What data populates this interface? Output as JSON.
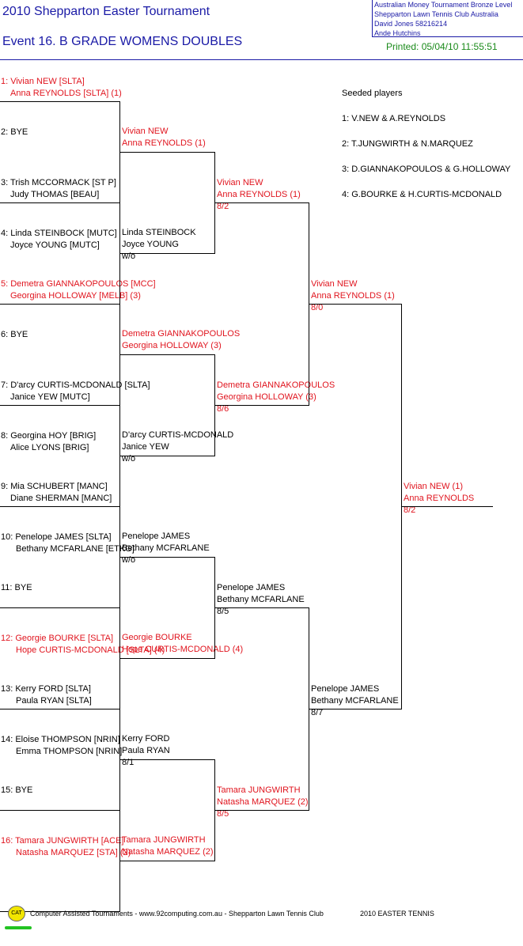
{
  "header": {
    "tournament_title": "2010 Shepparton Easter Tournament",
    "event_title": "Event 16. B GRADE WOMENS DOUBLES",
    "info_lines": [
      "Australian Money Tournament Bronze Level",
      "Shepparton Lawn Tennis Club   Australia",
      "David Jones    58216214",
      "Ande Hutchins"
    ],
    "printed": "Printed: 05/04/10 11:55:51"
  },
  "seeded": {
    "title": "Seeded players",
    "items": [
      "1: V.NEW & A.REYNOLDS",
      "2: T.JUNGWIRTH & N.MARQUEZ",
      "3: D.GIANNAKOPOULOS & G.HOLLOWAY",
      "4: G.BOURKE & H.CURTIS-MCDONALD"
    ]
  },
  "draw": [
    {
      "l1": "1: Vivian NEW [SLTA]",
      "l2": "Anna REYNOLDS [SLTA] (1)",
      "seeded": true
    },
    {
      "l1": "2: BYE",
      "l2": "",
      "seeded": false
    },
    {
      "l1": "3: Trish MCCORMACK [ST P]",
      "l2": "Judy THOMAS [BEAU]",
      "seeded": false
    },
    {
      "l1": "4: Linda STEINBOCK [MUTC]",
      "l2": "Joyce YOUNG [MUTC]",
      "seeded": false
    },
    {
      "l1": "5: Demetra GIANNAKOPOULOS [MCC]",
      "l2": "Georgina HOLLOWAY [MELB] (3)",
      "seeded": true
    },
    {
      "l1": "6: BYE",
      "l2": "",
      "seeded": false
    },
    {
      "l1": "7: D'arcy CURTIS-MCDONALD [SLTA]",
      "l2": "Janice YEW [MUTC]",
      "seeded": false
    },
    {
      "l1": "8: Georgina HOY [BRIG]",
      "l2": "Alice LYONS [BRIG]",
      "seeded": false
    },
    {
      "l1": "9: Mia SCHUBERT [MANC]",
      "l2": "Diane SHERMAN [MANC]",
      "seeded": false
    },
    {
      "l1": "10: Penelope JAMES [SLTA]",
      "l2": "Bethany MCFARLANE [ETKG]",
      "seeded": false
    },
    {
      "l1": "11: BYE",
      "l2": "",
      "seeded": false
    },
    {
      "l1": "12: Georgie BOURKE [SLTA]",
      "l2": "Hope CURTIS-MCDONALD [SLTA] (4)",
      "seeded": true
    },
    {
      "l1": "13: Kerry FORD [SLTA]",
      "l2": "Paula RYAN [SLTA]",
      "seeded": false
    },
    {
      "l1": "14: Eloise THOMPSON [NRIN]",
      "l2": "Emma THOMPSON [NRIN]",
      "seeded": false
    },
    {
      "l1": "15: BYE",
      "l2": "",
      "seeded": false
    },
    {
      "l1": "16: Tamara JUNGWIRTH [ACE]",
      "l2": "Natasha MARQUEZ [STA] (2)",
      "seeded": true
    }
  ],
  "round2": [
    {
      "l1": "Vivian NEW",
      "l2": "Anna REYNOLDS (1)",
      "score": "",
      "seeded": true
    },
    {
      "l1": "Linda STEINBOCK",
      "l2": "Joyce YOUNG",
      "score": "w/o",
      "seeded": false
    },
    {
      "l1": "Demetra GIANNAKOPOULOS",
      "l2": "Georgina HOLLOWAY (3)",
      "score": "",
      "seeded": true
    },
    {
      "l1": "D'arcy CURTIS-MCDONALD",
      "l2": "Janice YEW",
      "score": "w/o",
      "seeded": false
    },
    {
      "l1": "Penelope JAMES",
      "l2": "Bethany MCFARLANE",
      "score": "w/o",
      "seeded": false
    },
    {
      "l1": "Georgie BOURKE",
      "l2": "Hope CURTIS-MCDONALD (4)",
      "score": "",
      "seeded": true
    },
    {
      "l1": "Kerry FORD",
      "l2": "Paula RYAN",
      "score": "8/1",
      "seeded": false
    },
    {
      "l1": "Tamara JUNGWIRTH",
      "l2": "Natasha MARQUEZ (2)",
      "score": "",
      "seeded": true
    }
  ],
  "round3": [
    {
      "l1": "Vivian NEW",
      "l2": "Anna REYNOLDS (1)",
      "score": "8/2",
      "seeded": true
    },
    {
      "l1": "Demetra GIANNAKOPOULOS",
      "l2": "Georgina HOLLOWAY (3)",
      "score": "8/6",
      "seeded": true
    },
    {
      "l1": "Penelope JAMES",
      "l2": "Bethany MCFARLANE",
      "score": "8/5",
      "seeded": false
    },
    {
      "l1": "Tamara JUNGWIRTH",
      "l2": "Natasha MARQUEZ (2)",
      "score": "8/5",
      "seeded": true
    }
  ],
  "round4": [
    {
      "l1": "Vivian NEW",
      "l2": "Anna REYNOLDS (1)",
      "score": "8/0",
      "seeded": true
    },
    {
      "l1": "Penelope JAMES",
      "l2": "Bethany MCFARLANE",
      "score": "8/7",
      "seeded": false
    }
  ],
  "final": [
    {
      "l1": "Vivian NEW (1)",
      "l2": "Anna REYNOLDS",
      "score": "8/2",
      "seeded": true
    }
  ],
  "footer": {
    "logo_text": "CAT",
    "left": "Computer Assisted Tournaments - www.92computing.com.au  -  Shepparton Lawn Tennis Club",
    "right": "2010 EASTER TENNIS"
  }
}
